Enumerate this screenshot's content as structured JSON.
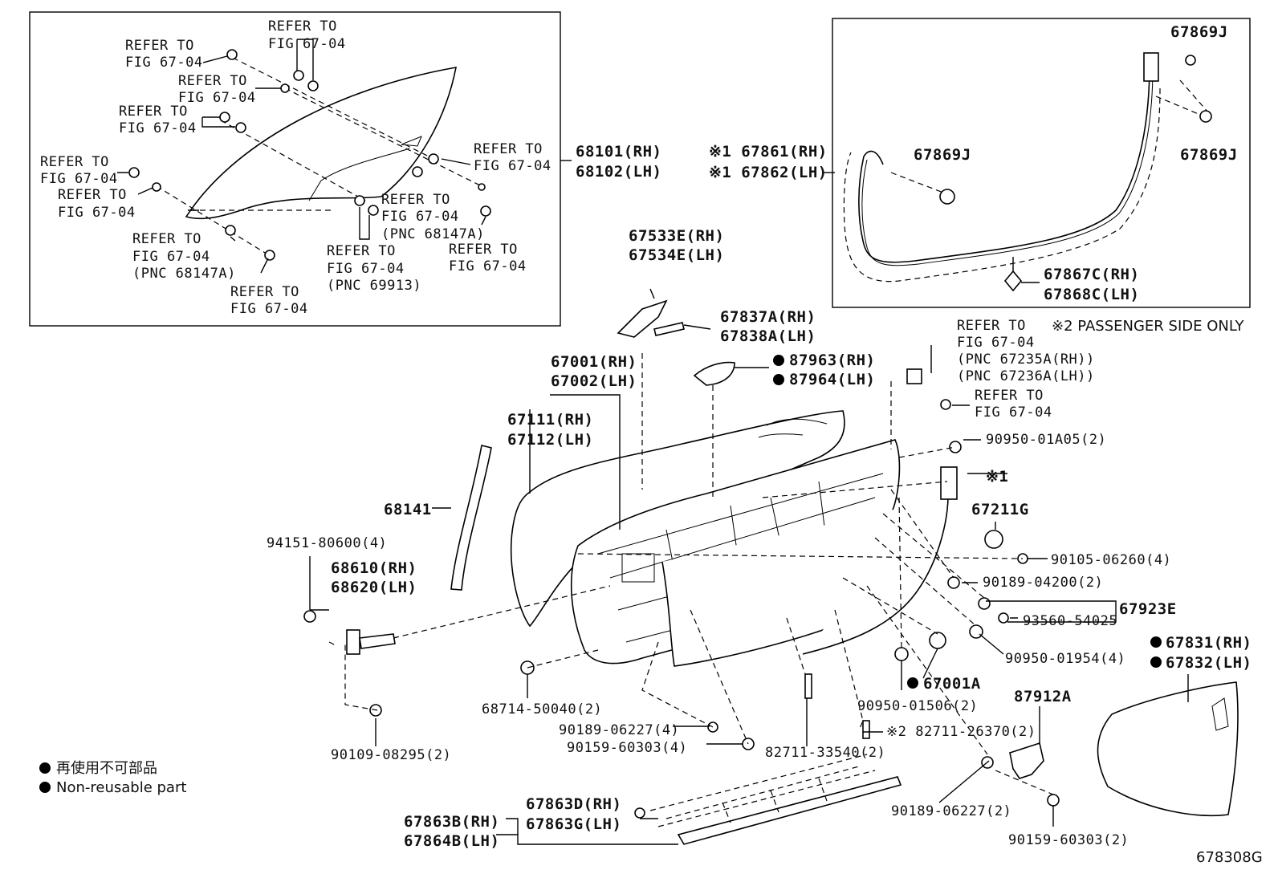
{
  "diagram_id": "678308G",
  "legend": {
    "bullet": "●",
    "jp": "再使用不可部品",
    "en": "Non-reusable part"
  },
  "inset_glass": {
    "refs": {
      "r1": [
        "REFER TO",
        "FIG 67-04"
      ],
      "r2": [
        "REFER TO",
        "FIG 67-04"
      ],
      "r3": [
        "REFER TO",
        "FIG 67-04"
      ],
      "r4": [
        "REFER TO",
        "FIG 67-04"
      ],
      "r5": [
        "REFER TO",
        "FIG 67-04"
      ],
      "r6": [
        "REFER TO",
        "FIG 67-04"
      ],
      "r7": [
        "REFER TO",
        "FIG 67-04"
      ],
      "r8": [
        "REFER TO",
        "FIG 67-04",
        "(PNC 68147A)"
      ],
      "r9": [
        "REFER TO",
        "FIG 67-04"
      ],
      "r10": [
        "REFER TO",
        "FIG 67-04",
        "(PNC 69913)"
      ],
      "r11": [
        "REFER TO",
        "FIG 67-04",
        "(PNC 68147A)"
      ],
      "r12": [
        "REFER TO",
        "FIG 67-04"
      ]
    },
    "part": [
      "68101(RH)",
      "68102(LH)"
    ]
  },
  "inset_weatherstrip": {
    "main": [
      "※1 67861(RH)",
      "※1 67862(LH)"
    ],
    "clip_top": "67869J",
    "clip_right": "67869J",
    "clip_left": "67869J",
    "bottom": [
      "67867C(RH)",
      "67868C(LH)"
    ]
  },
  "parts": {
    "p67533E": [
      "67533E(RH)",
      "67534E(LH)"
    ],
    "p67837A": [
      "67837A(RH)",
      "67838A(LH)"
    ],
    "p87963": [
      "87963(RH)",
      "87964(LH)"
    ],
    "p67001": [
      "67001(RH)",
      "67002(LH)"
    ],
    "p67111": [
      "67111(RH)",
      "67112(LH)"
    ],
    "p68141": "68141",
    "p94151": "94151-80600(4)",
    "p68610": [
      "68610(RH)",
      "68620(LH)"
    ],
    "p90109": "90109-08295(2)",
    "p68714": "68714-50040(2)",
    "p90189a": "90189-06227(4)",
    "p90159a": "90159-60303(4)",
    "p82711a": "82711-33540(2)",
    "p82711b": "※2 82711-26370(2)",
    "p90950a": "90950-01506(2)",
    "p67001A": "67001A",
    "p87912A": "87912A",
    "p90189b": "90189-06227(2)",
    "p90159b": "90159-60303(2)",
    "p67831": [
      "67831(RH)",
      "67832(LH)"
    ],
    "p90950b": "90950-01954(4)",
    "p93560": "93560-54025",
    "p67923E": "67923E",
    "p90189c": "90189-04200(2)",
    "p90105": "90105-06260(4)",
    "p67211G": "67211G",
    "note1": "※1",
    "p90950c": "90950-01A05(2)",
    "lock_ref": [
      "REFER TO",
      "FIG 67-04",
      "(PNC 67235A(RH))",
      "(PNC 67236A(LH))"
    ],
    "lock_ref2": [
      "REFER TO",
      "FIG 67-04"
    ],
    "note2": "※2 PASSENGER SIDE ONLY",
    "p67863D": [
      "67863D(RH)",
      "67863G(LH)"
    ],
    "p67863B": [
      "67863B(RH)",
      "67864B(LH)"
    ]
  }
}
